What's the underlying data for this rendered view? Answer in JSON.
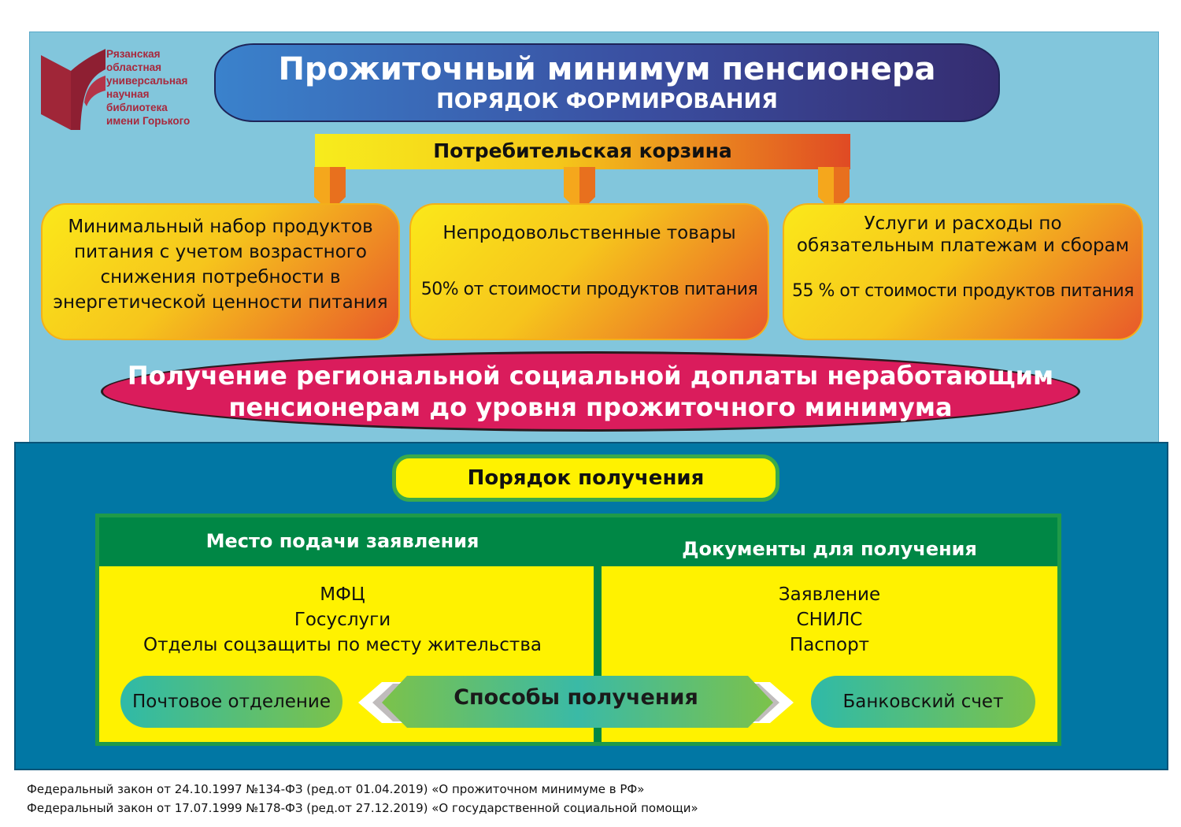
{
  "logo": {
    "lines": [
      "Рязанская",
      "областная",
      "универсальная",
      "научная",
      "библиотека",
      "имени Горького"
    ]
  },
  "title": {
    "main": "Прожиточный  минимум пенсионера",
    "sub": "ПОРЯДОК ФОРМИРОВАНИЯ"
  },
  "basket": {
    "label": "Потребительская корзина",
    "items": [
      {
        "lines": [
          "Минимальный набор продуктов",
          "питания с учетом  возрастного",
          "снижения потребности в",
          "энергетической ценности питания"
        ]
      },
      {
        "title": "Непродовольственные товары",
        "note": "50% от стоимости продуктов питания"
      },
      {
        "title_lines": [
          "Услуги и расходы по",
          "обязательным платежам и сборам"
        ],
        "note": "55 % от стоимости продуктов питания"
      }
    ]
  },
  "supplement": {
    "lines": [
      "Получение региональной социальной доплаты неработающим",
      "пенсионерам до уровня прожиточного минимума"
    ]
  },
  "procedure": {
    "label": "Порядок получения",
    "place": {
      "header": "Место подачи заявления",
      "items": [
        "МФЦ",
        "Госуслуги",
        "Отделы соцзащиты по месту жительства"
      ]
    },
    "docs": {
      "header": "Документы для получения",
      "items": [
        "Заявление",
        "СНИЛС",
        "Паспорт"
      ]
    },
    "methods": {
      "label": "Способы получения",
      "left": "Почтовое отделение",
      "right": "Банковский счет"
    }
  },
  "footer": [
    "Федеральный закон от 24.10.1997 №134-ФЗ (ред.от 01.04.2019) «О прожиточном минимуме в РФ»",
    "Федеральный закон от 17.07.1999 №178-ФЗ (ред.от 27.12.2019) «О государственной социальной помощи»"
  ]
}
